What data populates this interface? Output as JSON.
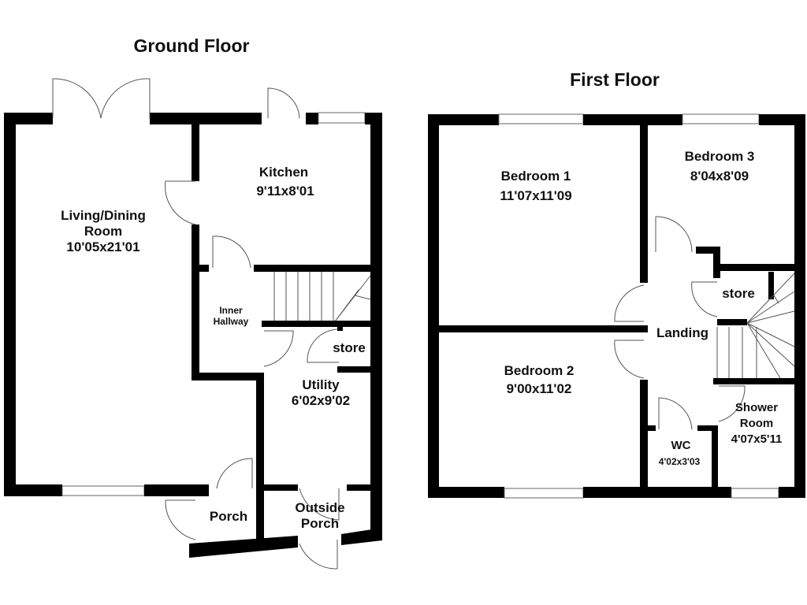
{
  "ground_floor": {
    "title": "Ground Floor",
    "rooms": {
      "living": {
        "name_1": "Living/Dining",
        "name_2": "Room",
        "size": "10'05x21'01"
      },
      "kitchen": {
        "name": "Kitchen",
        "size": "9'11x8'01"
      },
      "inner_hallway": {
        "name_1": "Inner",
        "name_2": "Hallway"
      },
      "store": {
        "name": "store"
      },
      "utility": {
        "name": "Utility",
        "size": "6'02x9'02"
      },
      "porch": {
        "name": "Porch"
      },
      "outside_porch": {
        "name_1": "Outside",
        "name_2": "Porch"
      }
    }
  },
  "first_floor": {
    "title": "First Floor",
    "rooms": {
      "bedroom1": {
        "name": "Bedroom 1",
        "size": "11'07x11'09"
      },
      "bedroom2": {
        "name": "Bedroom 2",
        "size": "9'00x11'02"
      },
      "bedroom3": {
        "name": "Bedroom 3",
        "size": "8'04x8'09"
      },
      "store": {
        "name": "store"
      },
      "landing": {
        "name": "Landing"
      },
      "wc": {
        "name": "WC",
        "size": "4'02x3'03"
      },
      "shower": {
        "name_1": "Shower",
        "name_2": "Room",
        "size": "4'07x5'11"
      }
    }
  },
  "colors": {
    "wall": "#000000",
    "background": "#ffffff"
  }
}
